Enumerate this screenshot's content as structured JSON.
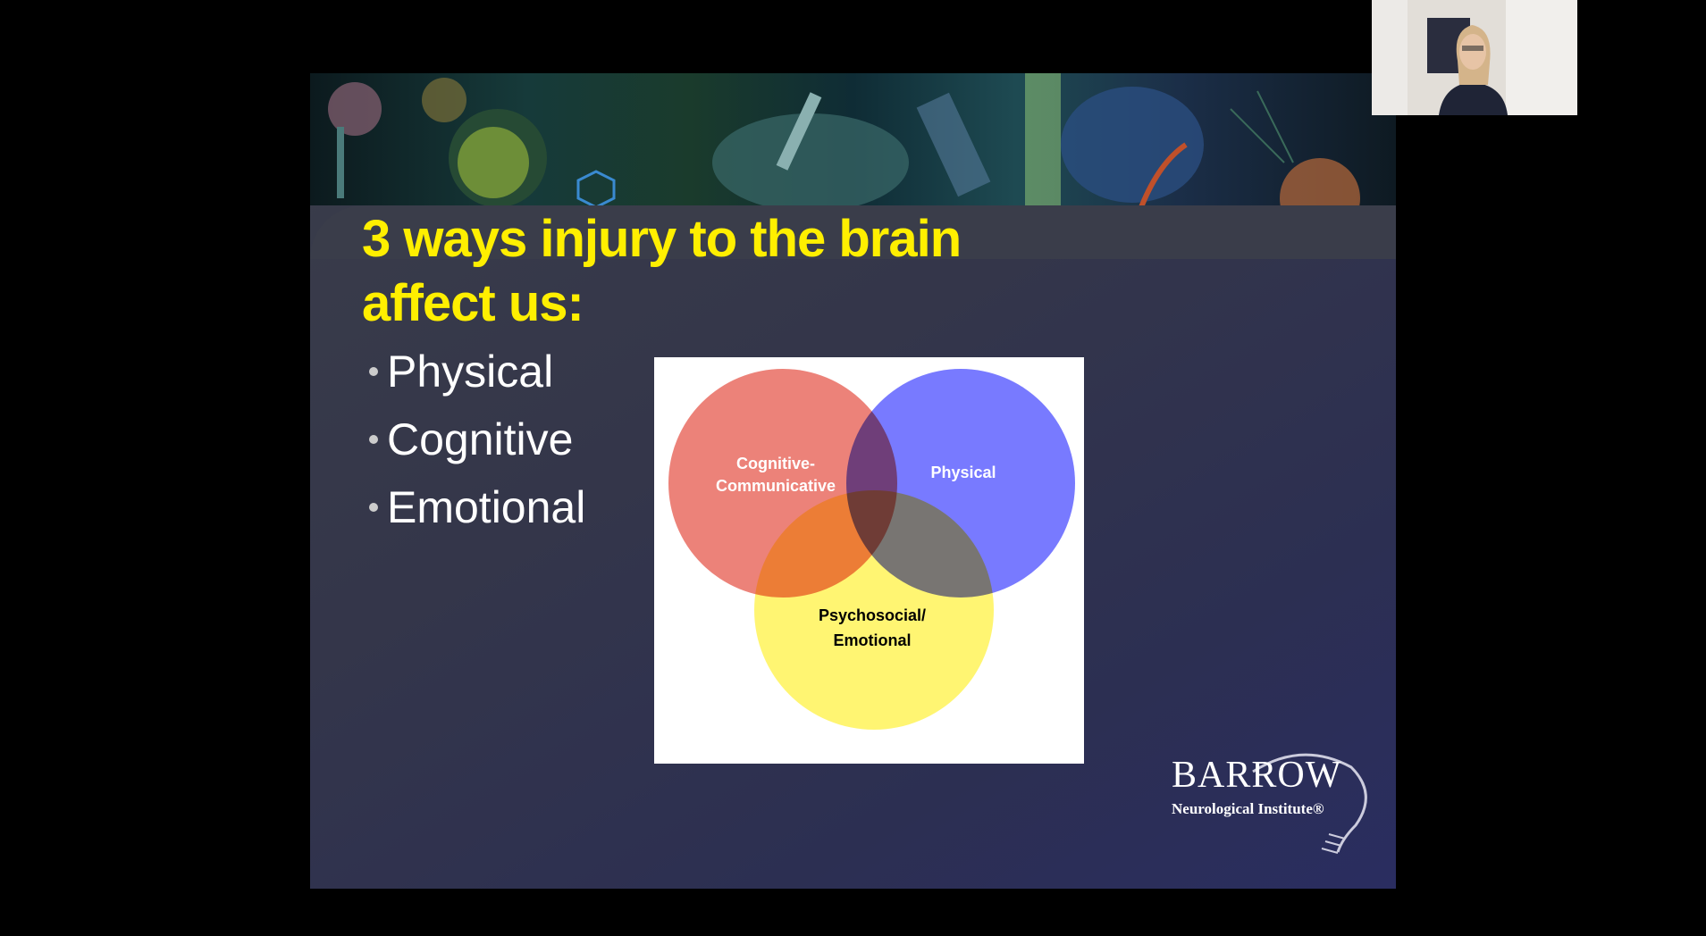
{
  "slide": {
    "title": "3 ways injury to the brain affect us:",
    "bullets": [
      "Physical",
      "Cognitive",
      "Emotional"
    ],
    "venn": {
      "circle_a": "Cognitive-\nCommunicative",
      "circle_a_line1": "Cognitive-",
      "circle_a_line2": "Communicative",
      "circle_b": "Physical",
      "circle_c_line1": "Psychosocial/",
      "circle_c_line2": "Emotional"
    },
    "logo": {
      "name": "BARROW",
      "subtitle": "Neurological Institute®"
    }
  },
  "colors": {
    "title": "#ffef00",
    "circle_a": "#e8675c",
    "circle_b": "#5a5cff",
    "circle_c": "#fff34a"
  },
  "icons": {
    "webcam": "person-video-feed",
    "banner": "neuroscience-collage-image"
  }
}
